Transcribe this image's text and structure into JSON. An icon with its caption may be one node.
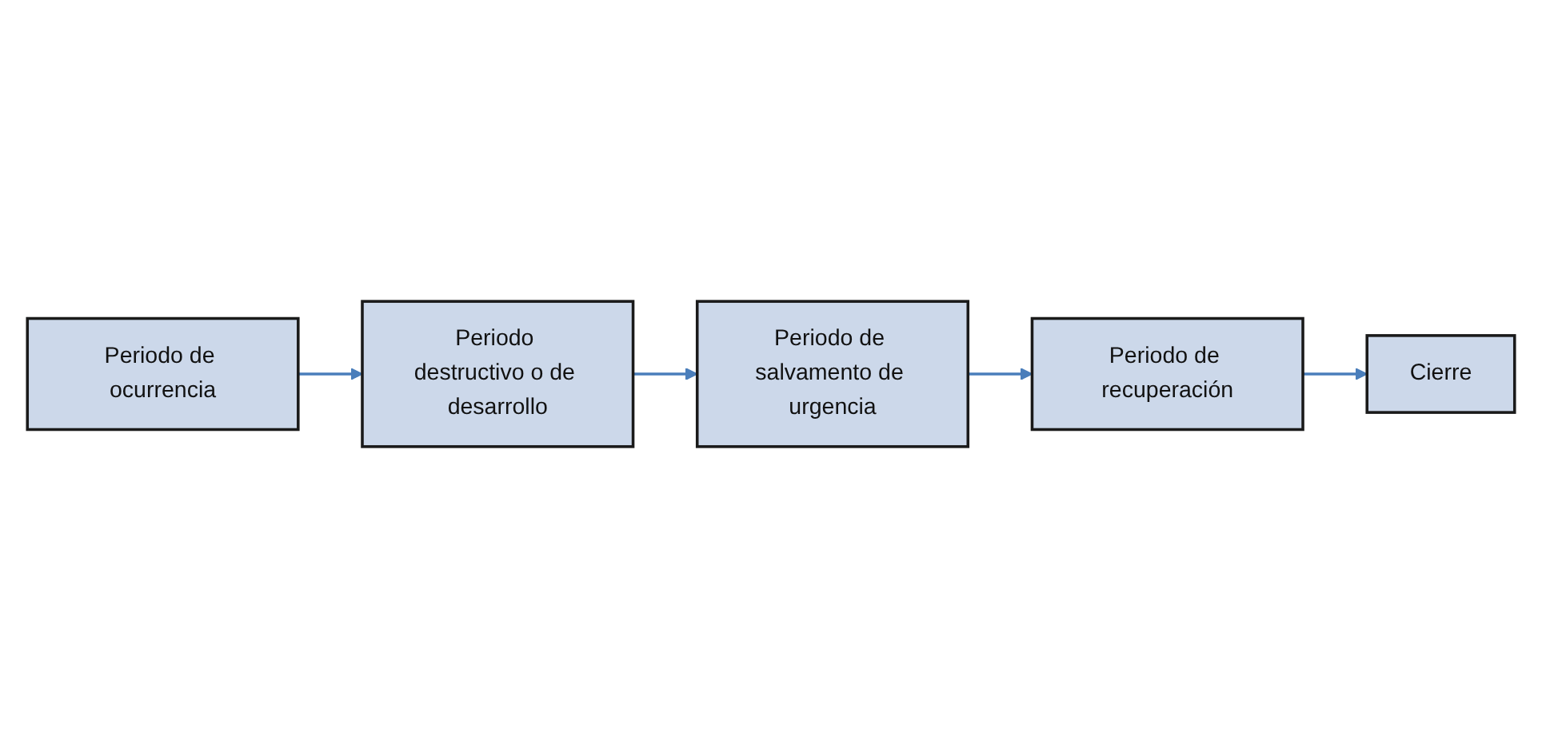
{
  "diagram": {
    "nodes": [
      {
        "text": [
          "Periodo de ocurrencia"
        ]
      },
      {
        "text": [
          "Periodo destructivo o de desarrollo"
        ]
      },
      {
        "text": [
          "Periodo de salvamento de urgencia"
        ]
      },
      {
        "text": [
          "Periodo de recuperación"
        ]
      },
      {
        "text": [
          "Cierre"
        ]
      }
    ],
    "edges": [
      {
        "from": 0,
        "to": 1,
        "arrow": "to"
      },
      {
        "from": 1,
        "to": 2,
        "arrow": "to"
      },
      {
        "from": 2,
        "to": 3,
        "arrow": "to"
      },
      {
        "from": 3,
        "to": 4,
        "arrow": "to"
      }
    ]
  }
}
